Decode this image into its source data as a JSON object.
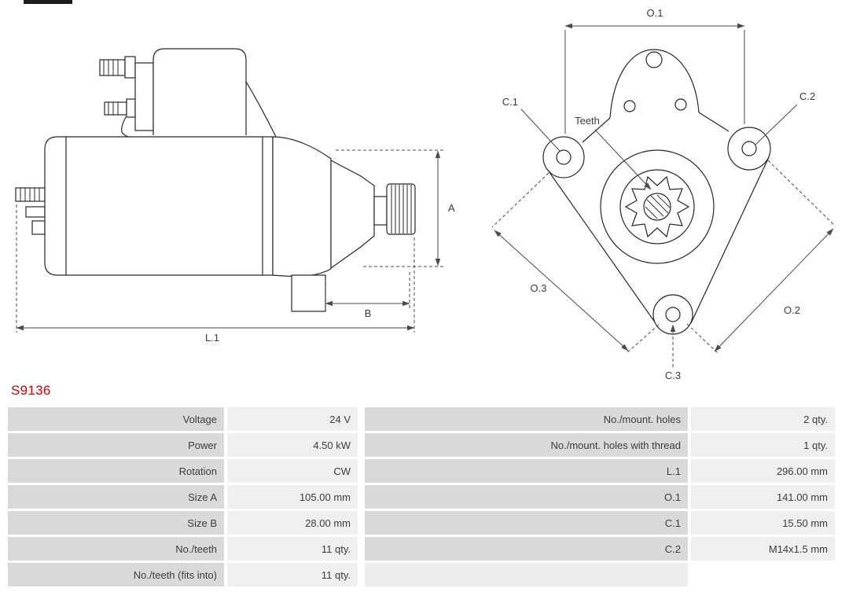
{
  "part_number": "S9136",
  "colors": {
    "part_number_red": "#cc0000",
    "label_cell_bg": "#d9d9d9",
    "value_cell_bg": "#efefef",
    "drawing_line": "#262626"
  },
  "diagram": {
    "side_view": {
      "dim_a": "A",
      "dim_b": "B",
      "dim_l1": "L.1"
    },
    "front_view": {
      "dim_o1": "O.1",
      "dim_o2": "O.2",
      "dim_o3": "O.3",
      "dim_c1": "C.1",
      "dim_c2": "C.2",
      "dim_c3": "C.3",
      "teeth": "Teeth"
    }
  },
  "spec_table": {
    "rows": [
      {
        "label_left": "Voltage",
        "value_left": "24 V",
        "label_right": "No./mount. holes",
        "value_right": "2 qty."
      },
      {
        "label_left": "Power",
        "value_left": "4.50 kW",
        "label_right": "No./mount. holes with thread",
        "value_right": "1 qty."
      },
      {
        "label_left": "Rotation",
        "value_left": "CW",
        "label_right": "L.1",
        "value_right": "296.00 mm"
      },
      {
        "label_left": "Size A",
        "value_left": "105.00 mm",
        "label_right": "O.1",
        "value_right": "141.00 mm"
      },
      {
        "label_left": "Size B",
        "value_left": "28.00 mm",
        "label_right": "C.1",
        "value_right": "15.50 mm"
      },
      {
        "label_left": "No./teeth",
        "value_left": "11 qty.",
        "label_right": "C.2",
        "value_right": "M14x1.5 mm"
      },
      {
        "label_left": "No./teeth (fits into)",
        "value_left": "11 qty.",
        "label_right": "",
        "value_right": ""
      }
    ]
  }
}
